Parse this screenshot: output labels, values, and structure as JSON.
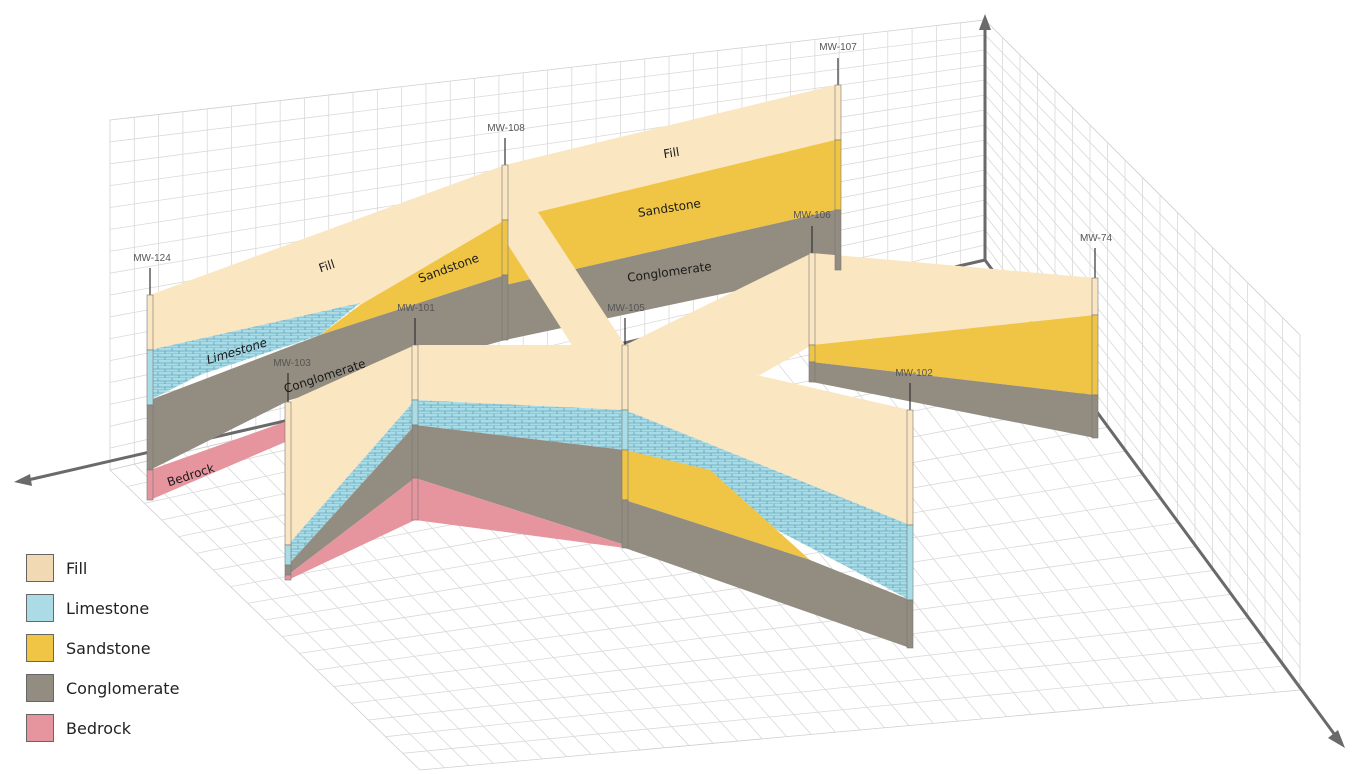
{
  "colors": {
    "fill": "#FBE6C2",
    "limestone": "#A8DCE6",
    "sandstone": "#F0C545",
    "conglomerate": "#938C80",
    "bedrock": "#E6959E"
  },
  "wells": [
    "MW-107",
    "MW-108",
    "MW-106",
    "MW-124",
    "MW-74",
    "MW-101",
    "MW-105",
    "MW-103",
    "MW-102"
  ],
  "layer_labels": {
    "fill_back": "Fill",
    "sandstone_back": "Sandstone",
    "conglomerate_back": "Conglomerate",
    "fill_left": "Fill",
    "sandstone_left": "Sandstone",
    "limestone_left": "Limestone",
    "conglomerate_left": "Conglomerate",
    "bedrock_left": "Bedrock"
  },
  "legend": [
    {
      "label": "Fill",
      "color": "#F1D9B3"
    },
    {
      "label": "Limestone",
      "color": "#ABDCE5"
    },
    {
      "label": "Sandstone",
      "color": "#F0C545"
    },
    {
      "label": "Conglomerate",
      "color": "#938C80"
    },
    {
      "label": "Bedrock",
      "color": "#E6959E"
    }
  ]
}
